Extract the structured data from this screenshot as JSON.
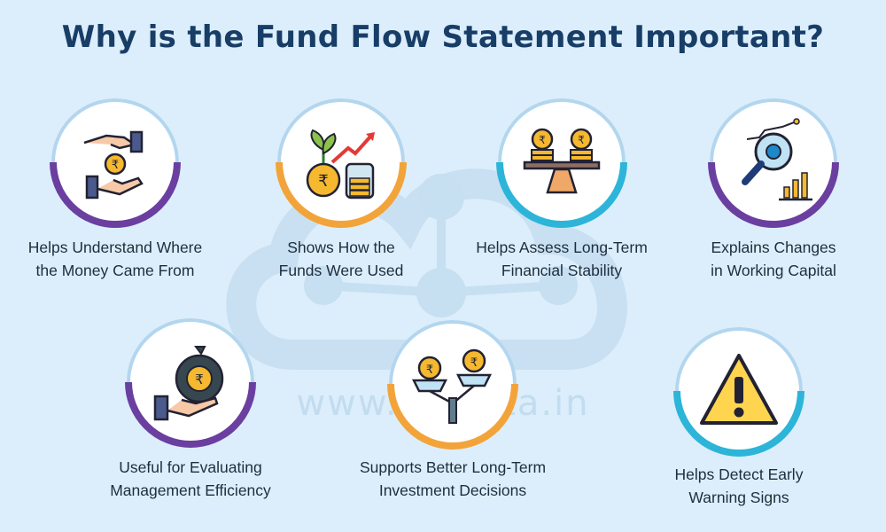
{
  "title": "Why is the Fund Flow Statement Important?",
  "watermark": "www.tradata.in",
  "colors": {
    "purple": "#6a3fa0",
    "orange": "#f2a43a",
    "cyan": "#2cb5d8",
    "blue": "#1e88c8",
    "bg": "#dceefb"
  },
  "items": [
    {
      "icon": "hands-coin-icon",
      "line1": "Helps Understand Where",
      "line2": "the Money Came From"
    },
    {
      "icon": "plant-coins-growth-icon",
      "line1": "Shows How the",
      "line2": "Funds Were Used"
    },
    {
      "icon": "balance-scale-coins-icon",
      "line1": "Helps Assess Long-Term",
      "line2": "Financial Stability"
    },
    {
      "icon": "magnifier-gear-chart-icon",
      "line1": "Explains Changes",
      "line2": "in Working Capital"
    },
    {
      "icon": "hand-money-bag-icon",
      "line1": "Useful for Evaluating",
      "line2": "Management Efficiency"
    },
    {
      "icon": "coin-scale-bowls-icon",
      "line1": "Supports Better Long-Term",
      "line2": "Investment Decisions"
    },
    {
      "icon": "warning-triangle-icon",
      "line1": "Helps Detect Early",
      "line2": "Warning Signs"
    }
  ]
}
